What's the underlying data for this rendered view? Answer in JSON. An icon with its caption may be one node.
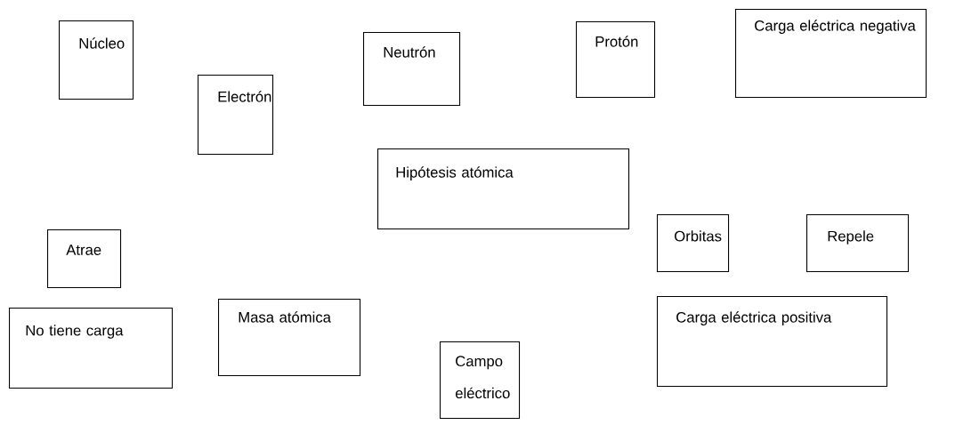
{
  "diagram": {
    "nodes": [
      {
        "text": [
          "Núcleo"
        ]
      },
      {
        "text": [
          "Neutrón"
        ]
      },
      {
        "text": [
          "Protón"
        ]
      },
      {
        "text": [
          "Carga eléctrica negativa"
        ]
      },
      {
        "text": [
          "Electrón"
        ]
      },
      {
        "text": [
          "Hipótesis atómica"
        ]
      },
      {
        "text": [
          "Atrae"
        ]
      },
      {
        "text": [
          "Orbitas"
        ]
      },
      {
        "text": [
          "Repele"
        ]
      },
      {
        "text": [
          "No tiene carga"
        ]
      },
      {
        "text": [
          "Masa atómica"
        ]
      },
      {
        "text": [
          "Campo eléctrico"
        ]
      },
      {
        "text": [
          "Carga eléctrica positiva"
        ]
      }
    ]
  }
}
